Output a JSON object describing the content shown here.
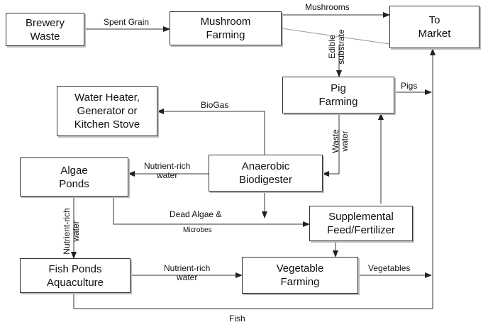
{
  "nodes": {
    "brewery": [
      "Brewery",
      "Waste"
    ],
    "mushroom": [
      "Mushroom",
      "Farming"
    ],
    "market": [
      "To",
      "Market"
    ],
    "pig": [
      "Pig",
      "Farming"
    ],
    "heater": [
      "Water Heater,",
      "Generator or",
      "Kitchen Stove"
    ],
    "algae": [
      "Algae",
      "Ponds"
    ],
    "biodigester": [
      "Anaerobic",
      "Biodigester"
    ],
    "supplemental": [
      "Supplemental",
      "Feed/Fertilizer"
    ],
    "fish": [
      "Fish Ponds",
      "Aquaculture"
    ],
    "vegetable": [
      "Vegetable",
      "Farming"
    ]
  },
  "edges": {
    "spent_grain": "Spent Grain",
    "mushrooms": "Mushrooms",
    "edible_substrate": [
      "Edible",
      "substrate"
    ],
    "pigs": "Pigs",
    "biogas": "BioGas",
    "waste_water": [
      "Waste",
      "water"
    ],
    "nutrient_rich_water_algae": [
      "Nutrient-rich",
      "water"
    ],
    "nutrient_rich_water_fish": [
      "Nutrient-rich",
      "water"
    ],
    "dead_algae": "Dead Algae &",
    "microbes": "Microbes",
    "nutrient_rich_water_veg": [
      "Nutrient-rich",
      "water"
    ],
    "vegetables": "Vegetables",
    "fish": "Fish"
  }
}
